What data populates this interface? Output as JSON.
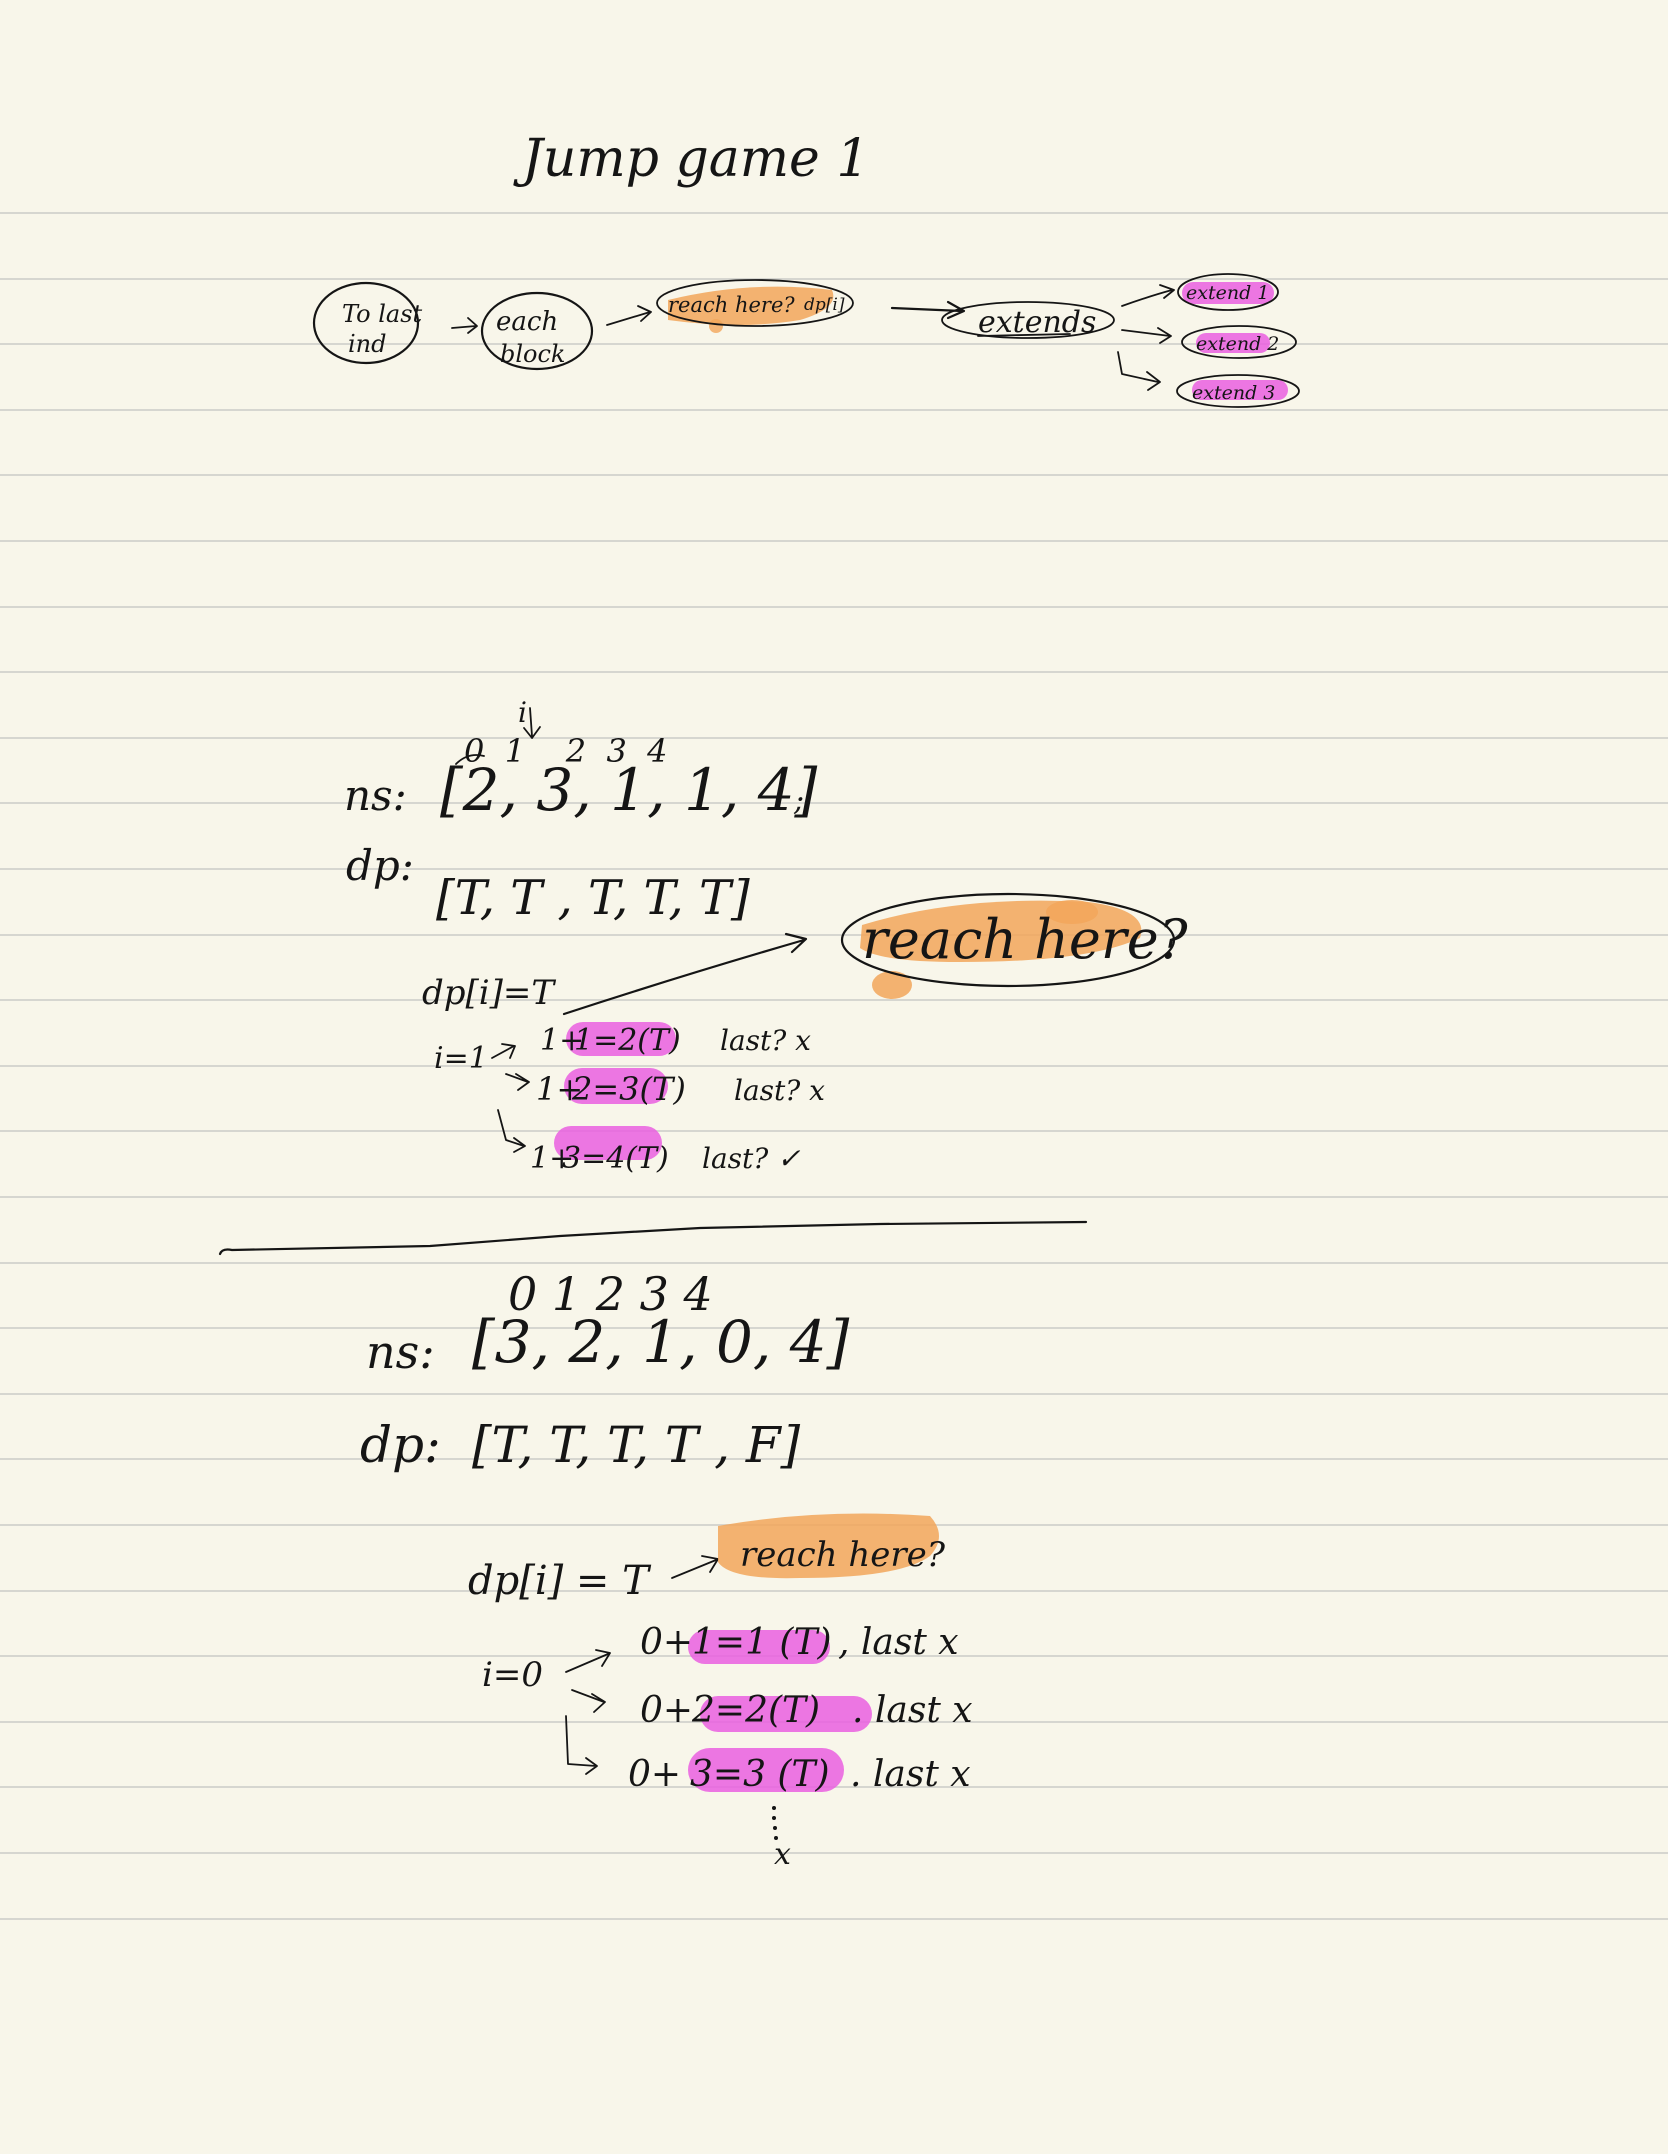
{
  "title": "Jump game 1",
  "colors": {
    "paper": "#f8f6ea",
    "rule": "#d6d6d0",
    "ink": "#151515",
    "orange_highlight": "#f2a65a",
    "magenta_highlight": "#ea5fe0"
  },
  "flow": {
    "to_last": "To last",
    "ind": "ind",
    "each": "each",
    "block": "block",
    "reach_here": "reach here?",
    "dp_i": "dp[i]",
    "extends": "extends",
    "extend1": "extend 1",
    "extend2": "extend 2",
    "extend3": "extend 3"
  },
  "example1": {
    "pointer": "i",
    "indices": "0  1    2  3  4",
    "nums_label": "ns:",
    "nums": "[2, 3, 1, 1, 4]",
    "semicolon": ";",
    "dp_label": "dp:",
    "dp": "[T, T , T, T, T]",
    "dp_assign": "dp[i]=T",
    "reach_here": "reach here?",
    "i_label": "i=1",
    "step1_a": "1+",
    "step1_hl": "1=2(T)",
    "step1_c": "last? x",
    "step2_a": "1+",
    "step2_hl": "2=3(T)",
    "step2_c": "last? x",
    "step3_a": "1+",
    "step3_hl": "3=4(T)",
    "step3_c": "last? ✓"
  },
  "example2": {
    "indices": "0 1 2 3 4",
    "nums_label": "ns:",
    "nums": "[3, 2, 1, 0, 4]",
    "dp_label": "dp:",
    "dp": "[T, T, T, T , F]",
    "dp_assign": "dp[i] = T",
    "reach_here": "reach here?",
    "i_label": "i=0",
    "step1_a": "0+",
    "step1_hl": "1=1 (T)",
    "step1_c": ", last x",
    "step2_a": "0+",
    "step2_hl": "2=2(T)",
    "step2_c": ". last x",
    "step3_a": "0+",
    "step3_hl": "3=3 (T)",
    "step3_c": ". last x",
    "ellipsis_end": "x"
  }
}
